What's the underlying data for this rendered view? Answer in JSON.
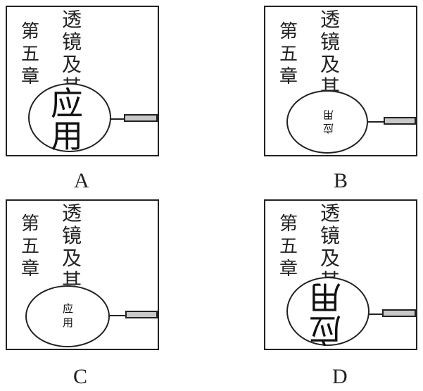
{
  "page_text": {
    "left_lines": [
      "第",
      "五",
      "章"
    ],
    "right_lines": [
      "透",
      "镜",
      "及",
      "其"
    ]
  },
  "lens_text": [
    "应",
    "用"
  ],
  "options": [
    {
      "label": "A",
      "image_form": "enlarged upright"
    },
    {
      "label": "B",
      "image_form": "reduced inverted"
    },
    {
      "label": "C",
      "image_form": "reduced upright"
    },
    {
      "label": "D",
      "image_form": "enlarged inverted"
    }
  ]
}
